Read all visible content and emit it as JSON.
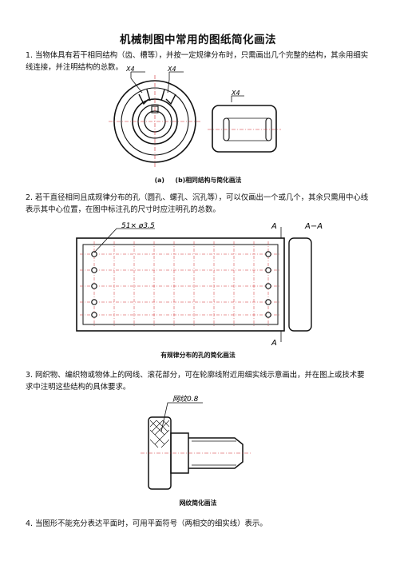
{
  "title": "机械制图中常用的图纸简化画法",
  "sections": [
    {
      "num": "1.",
      "text": "当物体具有若干相同结构（齿、槽等），并按一定规律分布时，只需画出几个完整的结构，其余用细实线连接，并注明结构的总数。"
    },
    {
      "num": "2.",
      "text": "若干直径相同且成规律分布的孔（圆孔、螺孔、沉孔等），可以仅画出一个或几个，其余只需用中心线表示其中心位置，在图中标注孔的尺寸时应注明孔的总数。"
    },
    {
      "num": "3.",
      "text": "网织物、编织物或物体上的网线、滚花部分，可在轮廓线附近用细实线示意画出，并在图上或技术要求中注明这些结构的具体要求。"
    },
    {
      "num": "4.",
      "text": "当图形不能充分表达平面时，可用平面符号（两相交的细实线）表示。"
    }
  ],
  "figure1": {
    "label_left": "X4",
    "label_right": "X4",
    "label_slot": "X4",
    "caption_a": "(a)",
    "caption_b": "(b)相同结构与简化画法"
  },
  "figure2": {
    "hole_note": "51× ø3.5",
    "section_mark_top": "A",
    "section_mark_bottom": "A",
    "section_view": "A−A",
    "caption": "有规律分布的孔的简化画法"
  },
  "figure3": {
    "knurl_note": "网纹0.8",
    "caption": "网纹简化画法"
  },
  "colors": {
    "line": "#111111",
    "center_line": "#d0282c"
  }
}
